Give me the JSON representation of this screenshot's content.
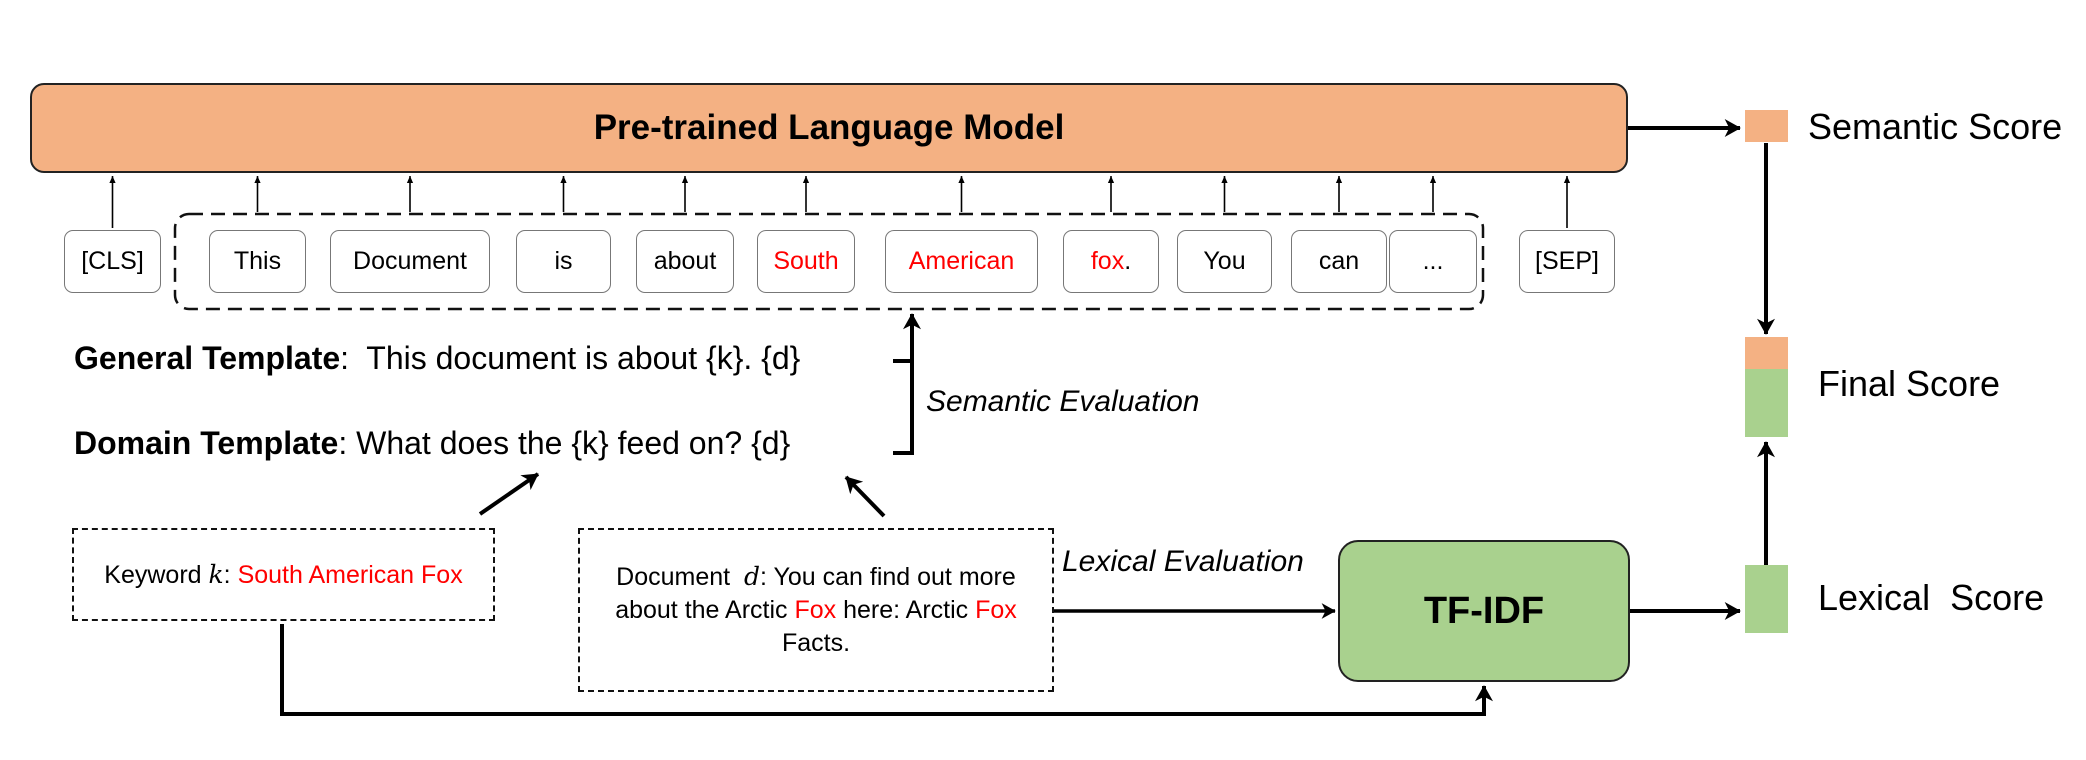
{
  "model": {
    "label": "Pre-trained Language Model"
  },
  "tokens": [
    {
      "text": "[CLS]",
      "highlight": false
    },
    {
      "text": "This",
      "highlight": false
    },
    {
      "text": "Document",
      "highlight": false
    },
    {
      "text": "is",
      "highlight": false
    },
    {
      "text": "about",
      "highlight": false
    },
    {
      "text": "South",
      "highlight": true
    },
    {
      "text": "American",
      "highlight": true
    },
    {
      "text": "fox",
      "highlight": true,
      "suffix": "."
    },
    {
      "text": "You",
      "highlight": false
    },
    {
      "text": "can",
      "highlight": false
    },
    {
      "text": "...",
      "highlight": false
    },
    {
      "text": "[SEP]",
      "highlight": false
    }
  ],
  "templates": {
    "general": {
      "label": "General Template",
      "sep": ":",
      "text": "This document is about {k}. {d}"
    },
    "domain": {
      "label": "Domain Template",
      "sep": ":",
      "text": "What does the {k} feed on? {d}"
    }
  },
  "evaluations": {
    "semantic": "Semantic Evaluation",
    "lexical": "Lexical Evaluation"
  },
  "keyword_box": {
    "prefix": "Keyword",
    "var": "k",
    "sep": ":",
    "value": "South American Fox"
  },
  "document_box": {
    "prefix": "Document",
    "var": "d",
    "line1_rest": ": You can find out more",
    "line2_a": "about the Arctic ",
    "line2_b": "Fox",
    "line2_c": " here: Arctic ",
    "line2_d": "Fox",
    "line3": "Facts."
  },
  "tfidf": {
    "label": "TF-IDF"
  },
  "scores": {
    "semantic": "Semantic Score",
    "final": "Final Score",
    "lexical": "Lexical  Score"
  },
  "colors": {
    "semantic": "#F4B183",
    "lexical": "#A9D18E",
    "highlight": "#FF0000"
  }
}
